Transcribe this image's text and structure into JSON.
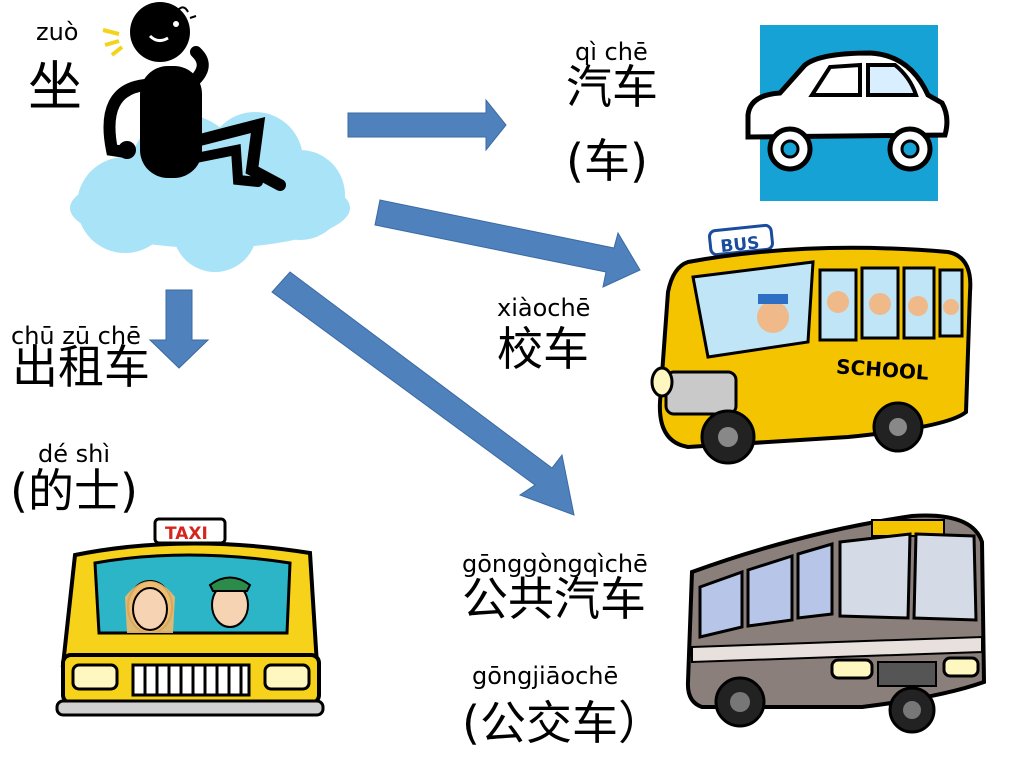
{
  "colors": {
    "arrow": "#4f81bd",
    "cloud": "#a9e3f7",
    "car_bg": "#17a2d6",
    "bus_yellow": "#f5c400",
    "coach_body": "#8a7f7a"
  },
  "sit": {
    "pinyin": "zuò",
    "hanzi": "坐"
  },
  "car": {
    "pinyin": "qì  chē",
    "hanzi": "汽车",
    "alt": "(车)"
  },
  "school": {
    "pinyin": "xiàochē",
    "hanzi": "校车",
    "sign_bus": "BUS",
    "sign_school": "SCHOOL"
  },
  "taxi": {
    "pinyin": "chū zū chē",
    "hanzi": "出租车",
    "alt_pinyin": "dé  shì",
    "alt": "(的士)",
    "sign": "TAXI"
  },
  "public": {
    "pinyin": "gōnggòngqìchē",
    "hanzi": "公共汽车",
    "alt_pinyin": "gōngjiāochē",
    "alt": "(公交车）"
  },
  "icons": [
    "sitting-person-icon",
    "car-icon",
    "school-bus-icon",
    "taxi-icon",
    "city-bus-icon"
  ]
}
